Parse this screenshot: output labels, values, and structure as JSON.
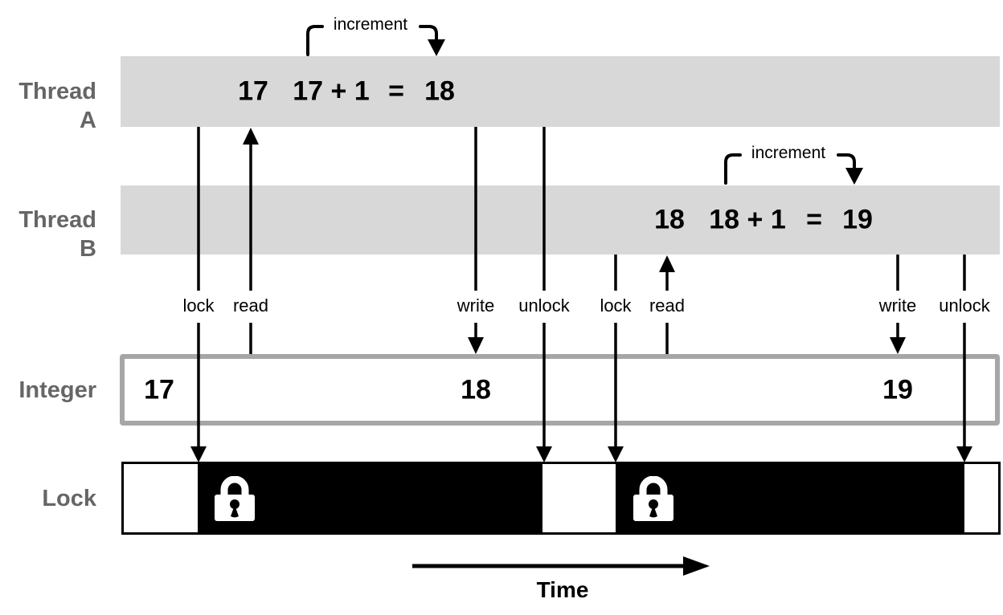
{
  "diagram": {
    "rows": {
      "thread_a": {
        "label": "Thread A",
        "read_value": "17",
        "expression": "17 + 1",
        "equals": "=",
        "result": "18",
        "annotation": "increment"
      },
      "thread_b": {
        "label": "Thread B",
        "read_value": "18",
        "expression": "18 + 1",
        "equals": "=",
        "result": "19",
        "annotation": "increment"
      },
      "integer": {
        "label": "Integer",
        "values": [
          "17",
          "18",
          "19"
        ]
      },
      "lock": {
        "label": "Lock"
      }
    },
    "operations_a": [
      "lock",
      "read",
      "write",
      "unlock"
    ],
    "operations_b": [
      "lock",
      "read",
      "write",
      "unlock"
    ],
    "time_label": "Time",
    "icons": [
      "padlock-icon",
      "padlock-icon"
    ],
    "colors": {
      "thread_bar_fill": "#d8d8d8",
      "row_label_gray": "#666666",
      "integer_box_border": "#a6a6a6",
      "lock_fill": "#000000",
      "lock_icon": "#ffffff",
      "arrow_black": "#000000",
      "background": "#ffffff"
    }
  }
}
